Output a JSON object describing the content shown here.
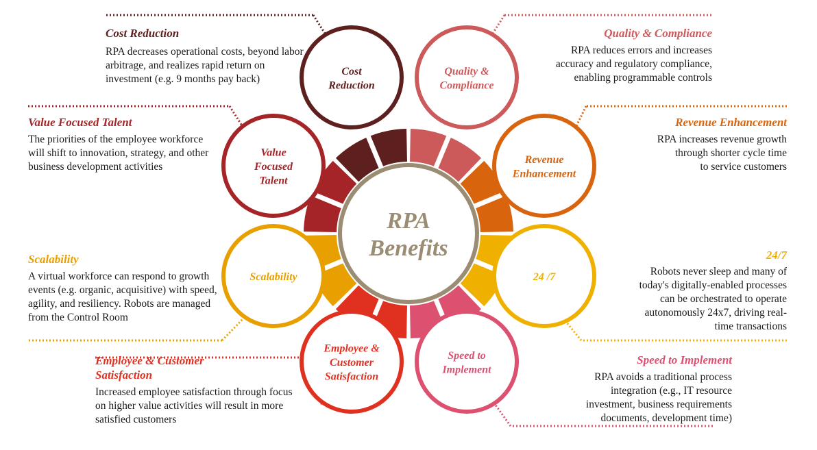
{
  "center": {
    "line1": "RPA",
    "line2": "Benefits",
    "color": "#9b8c74"
  },
  "benefits": {
    "cost_reduction": {
      "circle": [
        "Cost",
        "Reduction"
      ],
      "title": "Cost Reduction",
      "description": "RPA decreases operational costs, beyond labor arbitrage, and realizes rapid return on investment (e.g. 9 months pay back)",
      "color": "#5e1f1f"
    },
    "quality_compliance": {
      "circle": [
        "Quality &",
        "Compliance"
      ],
      "title": "Quality & Compliance",
      "description": "RPA reduces errors and increases\naccuracy and regulatory compliance,\nenabling programmable controls",
      "color": "#cc5a5a"
    },
    "revenue_enhancement": {
      "circle": [
        "Revenue",
        "Enhancement"
      ],
      "title": "Revenue Enhancement",
      "description": "RPA increases revenue  growth\nthrough shorter cycle time\nto service customers",
      "color": "#d8640e"
    },
    "twenty_four_seven": {
      "circle": [
        "24 /7"
      ],
      "title": "24/7",
      "description": "Robots never sleep and many of\ntoday's digitally-enabled processes\ncan be orchestrated to operate\nautonomously 24x7, driving real-\ntime transactions",
      "color": "#f0b000"
    },
    "speed_to_implement": {
      "circle": [
        "Speed to",
        "Implement"
      ],
      "title": "Speed to Implement",
      "description": "RPA avoids a traditional process\nintegration (e.g., IT resource\ninvestment, business requirements\ndocuments, development time)",
      "color": "#dc5070"
    },
    "employee_customer_satisfaction": {
      "circle": [
        "Employee &",
        "Customer",
        "Satisfaction"
      ],
      "title": "Employee & Customer\nSatisfaction",
      "description": "Increased employee satisfaction through focus on higher value activities  will result in more satisfied customers",
      "color": "#e03020"
    },
    "scalability": {
      "circle": [
        "Scalability"
      ],
      "title": "Scalability",
      "description": "A virtual workforce can respond to growth events (e.g. organic, acquisitive) with speed, agility, and resiliency. Robots are managed from the Control Room",
      "color": "#e8a000"
    },
    "value_focused_talent": {
      "circle": [
        "Value",
        "Focused",
        "Talent"
      ],
      "title": "Value Focused Talent",
      "description": "The priorities of the employee workforce will shift to innovation, strategy, and other business development activities",
      "color": "#a52428"
    }
  }
}
